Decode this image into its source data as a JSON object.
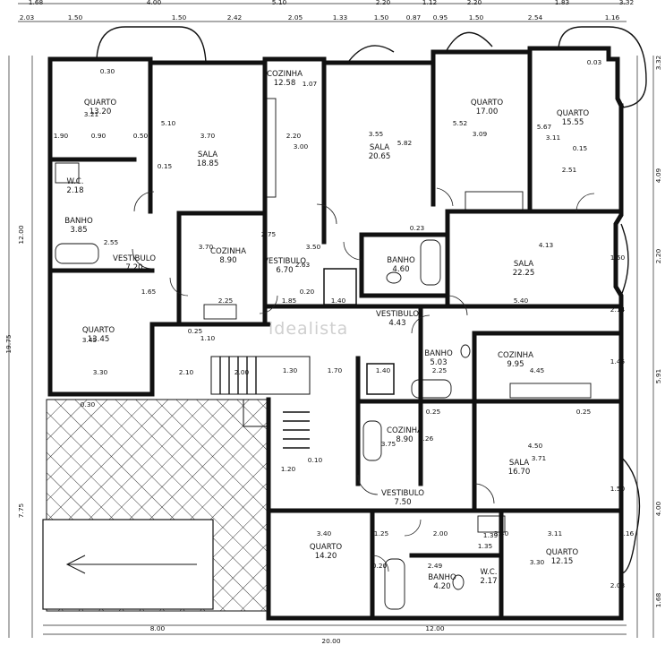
{
  "watermark": "idealista",
  "rooms": [
    {
      "id": "quarto-1",
      "name": "QUARTO",
      "area": "13.20"
    },
    {
      "id": "sala-1",
      "name": "SALA",
      "area": "18.85"
    },
    {
      "id": "cozinha-1",
      "name": "COZINHA",
      "area": "12.58"
    },
    {
      "id": "sala-2",
      "name": "SALA",
      "area": "20.65"
    },
    {
      "id": "quarto-2",
      "name": "QUARTO",
      "area": "17.00"
    },
    {
      "id": "quarto-3",
      "name": "QUARTO",
      "area": "15.55"
    },
    {
      "id": "wc-1",
      "name": "W.C.",
      "area": "2.18"
    },
    {
      "id": "banho-1",
      "name": "BANHO",
      "area": "3.85"
    },
    {
      "id": "vestibulo-1",
      "name": "VESTIBULO",
      "area": "7.20"
    },
    {
      "id": "cozinha-2",
      "name": "COZINHA",
      "area": "8.90"
    },
    {
      "id": "vestibulo-2",
      "name": "VESTIBULO",
      "area": "6.70"
    },
    {
      "id": "banho-2",
      "name": "BANHO",
      "area": "4.60"
    },
    {
      "id": "sala-3",
      "name": "SALA",
      "area": "22.25"
    },
    {
      "id": "quarto-4",
      "name": "QUARTO",
      "area": "13.45"
    },
    {
      "id": "vestibulo-3",
      "name": "VESTIBULO",
      "area": "4.43"
    },
    {
      "id": "banho-3",
      "name": "BANHO",
      "area": "5.03"
    },
    {
      "id": "cozinha-3",
      "name": "COZINHA",
      "area": "9.95"
    },
    {
      "id": "cozinha-4",
      "name": "COZINHA",
      "area": "8.90"
    },
    {
      "id": "sala-4",
      "name": "SALA",
      "area": "16.70"
    },
    {
      "id": "vestibulo-4",
      "name": "VESTIBULO",
      "area": "7.50"
    },
    {
      "id": "quarto-5",
      "name": "QUARTO",
      "area": "14.20"
    },
    {
      "id": "quarto-6",
      "name": "QUARTO",
      "area": "12.15"
    },
    {
      "id": "banho-4",
      "name": "BANHO",
      "area": "4.20"
    },
    {
      "id": "wc-2",
      "name": "W.C.",
      "area": "2.17"
    }
  ],
  "dimensions": {
    "top_row_1": [
      "1.68",
      "4.00",
      "5.10",
      "2.20",
      "1.12",
      "2.20",
      "1.83",
      "3.32"
    ],
    "top_row_2": [
      "2.03",
      "1.50",
      "1.50",
      "2.42",
      "2.05",
      "1.33",
      "1.50",
      "0.87",
      "0.95",
      "1.50",
      "2.54",
      "1.16"
    ],
    "left": [
      "12.00",
      "19.75",
      "7.75"
    ],
    "right": [
      "3.32",
      "4.09",
      "2.20",
      "5.91",
      "4.00",
      "1.68"
    ],
    "bottom": [
      "8.00",
      "12.00",
      "20.00"
    ],
    "interior": [
      "0.30",
      "3.21",
      "1.90",
      "0.90",
      "0.50",
      "5.10",
      "3.70",
      "0.15",
      "2.20",
      "3.00",
      "1.07",
      "3.55",
      "5.82",
      "5.52",
      "3.09",
      "5.67",
      "3.11",
      "2.51",
      "0.03",
      "0.15",
      "2.55",
      "3.70",
      "2.75",
      "3.50",
      "0.23",
      "4.13",
      "3.40",
      "5.40",
      "1.50",
      "2.14",
      "1.65",
      "0.25",
      "1.85",
      "1.40",
      "0.20",
      "1.30",
      "1.70",
      "2.10",
      "3.45",
      "3.30",
      "0.30",
      "1.10",
      "2.00",
      "0.10",
      "1.20",
      "1.40",
      "2.25",
      "4.45",
      "2.26",
      "0.25",
      "3.75",
      "4.50",
      "3.71",
      "0.25",
      "1.25",
      "2.00",
      "1.39",
      "3.40",
      "1.35",
      "3.11",
      "2.49",
      "0.20",
      "3.30",
      "2.03",
      "1.16",
      "1.50",
      "1.45",
      "2.25",
      "2.63"
    ]
  }
}
